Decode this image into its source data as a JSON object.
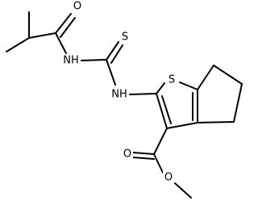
{
  "molecule": {
    "atoms": {
      "o_amide": "O",
      "nh_amide": "NH",
      "s_thione": "S",
      "nh_thiourea": "NH",
      "s_ring": "S",
      "o_carbonyl": "O",
      "o_ester": "O"
    },
    "colors": {
      "bond": "#000000",
      "label": "#000000",
      "background": "#ffffff"
    }
  }
}
